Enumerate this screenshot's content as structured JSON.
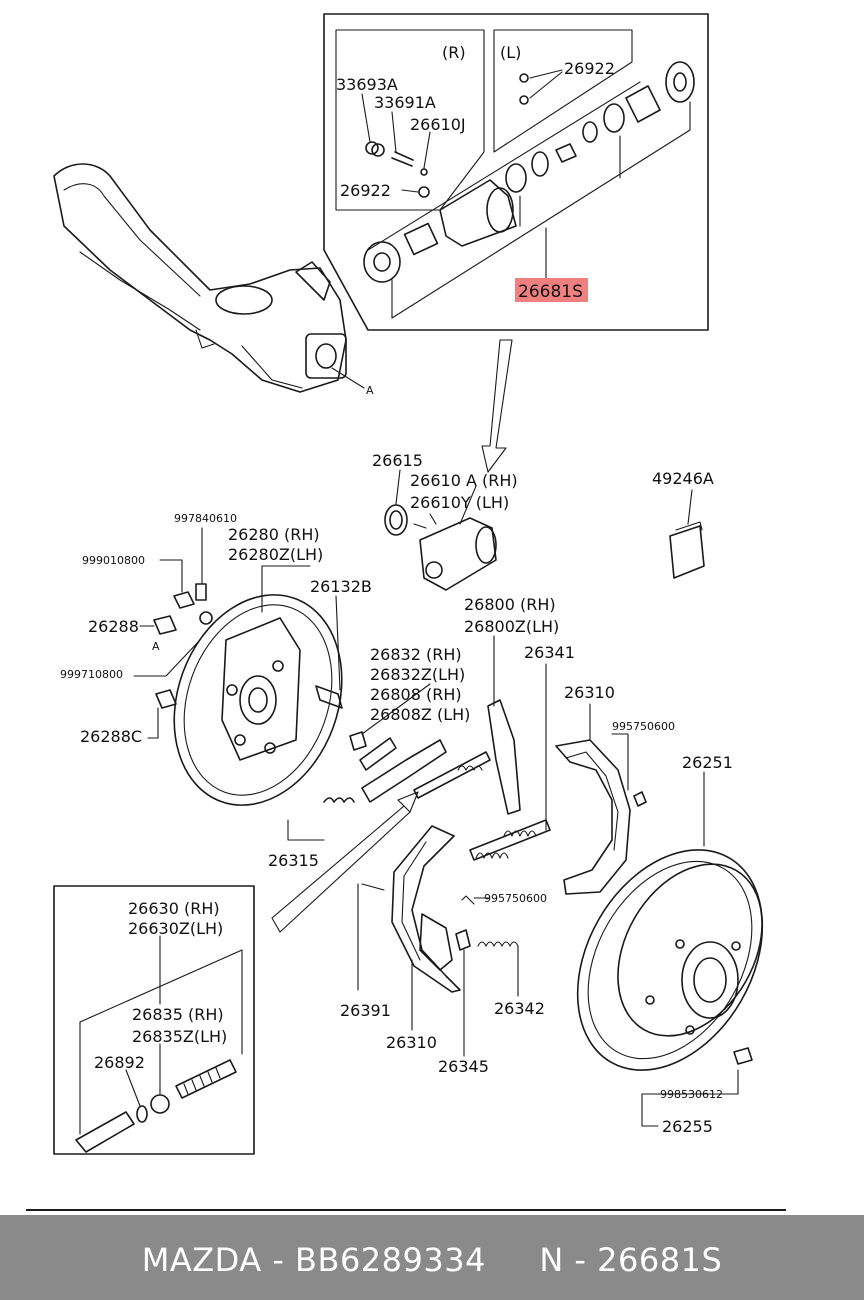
{
  "labels": {
    "inset_right": "(R)",
    "inset_left": "(L)",
    "p33693A": "33693A",
    "p33691A": "33691A",
    "p26610J": "26610J",
    "p26922_r": "26922",
    "p26922_l": "26922",
    "p26681S": "26681S",
    "ref_a_top": "A",
    "ref_a_left": "A",
    "p26615": "26615",
    "p26610A": "26610 A (RH)",
    "p26610Y": "26610Y (LH)",
    "p49246A": "49246A",
    "p997840610": "997840610",
    "p26280": "26280 (RH)",
    "p26280Z": "26280Z(LH)",
    "p999010800": "999010800",
    "p26132B": "26132B",
    "p26288": "26288",
    "p999710800": "999710800",
    "p26288C": "26288C",
    "p26800": "26800 (RH)",
    "p26800Z": "26800Z(LH)",
    "p26341": "26341",
    "p26832": "26832 (RH)",
    "p26832Z": "26832Z(LH)",
    "p26808": "26808 (RH)",
    "p26808Z": "26808Z (LH)",
    "p26310_top": "26310",
    "p995750600_top": "995750600",
    "p26251": "26251",
    "p26315": "26315",
    "p995750600_mid": "995750600",
    "p26391": "26391",
    "p26342": "26342",
    "p26310_bottom": "26310",
    "p26345": "26345",
    "p998530612": "998530612",
    "p26255": "26255",
    "p26630": "26630 (RH)",
    "p26630Z": "26630Z(LH)",
    "p26835": "26835 (RH)",
    "p26835Z": "26835Z(LH)",
    "p26892": "26892"
  },
  "highlight_part": "26681S",
  "colors": {
    "highlight": "#f08080",
    "footer_bg": "#8a8a8a",
    "footer_text": "#ffffff"
  },
  "footer": {
    "text": "MAZDA - BB6289334     N - 26681S"
  }
}
